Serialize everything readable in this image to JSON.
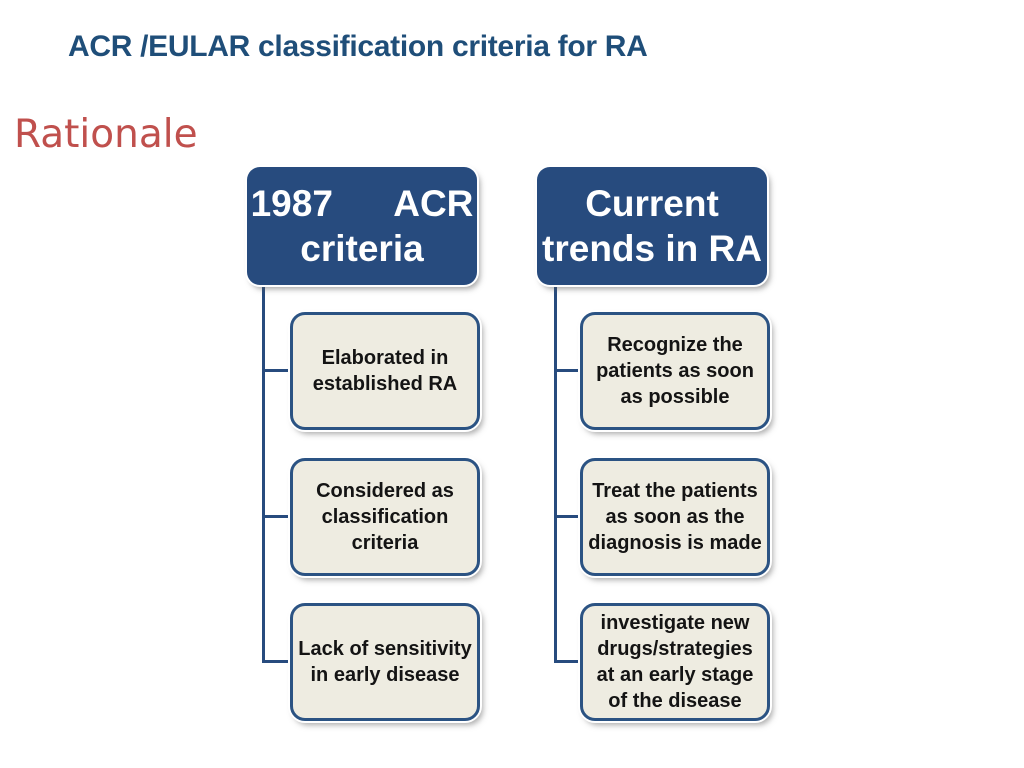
{
  "slide": {
    "title": "ACR /EULAR classification criteria for RA",
    "subtitle": "Rationale"
  },
  "colors": {
    "title_text": "#1F4E79",
    "subtitle_text": "#C0504D",
    "header_box_fill": "#274B7E",
    "header_box_text": "#FFFFFF",
    "child_box_fill": "#EEECE1",
    "child_box_border": "#2B5383",
    "child_box_text": "#141414",
    "connector": "#274B7E",
    "background": "#FFFFFF"
  },
  "diagram": {
    "columns": [
      {
        "header": "1987      ACR\ncriteria",
        "items": [
          "Elaborated in\nestablished RA",
          "Considered as\nclassification\ncriteria",
          "Lack of sensitivity\nin early disease"
        ]
      },
      {
        "header": "Current\ntrends in RA",
        "items": [
          "Recognize the\npatients as soon\nas possible",
          "Treat the patients\nas soon as the\ndiagnosis is made",
          "investigate new\ndrugs/strategies\nat an early stage\nof the disease"
        ]
      }
    ]
  }
}
